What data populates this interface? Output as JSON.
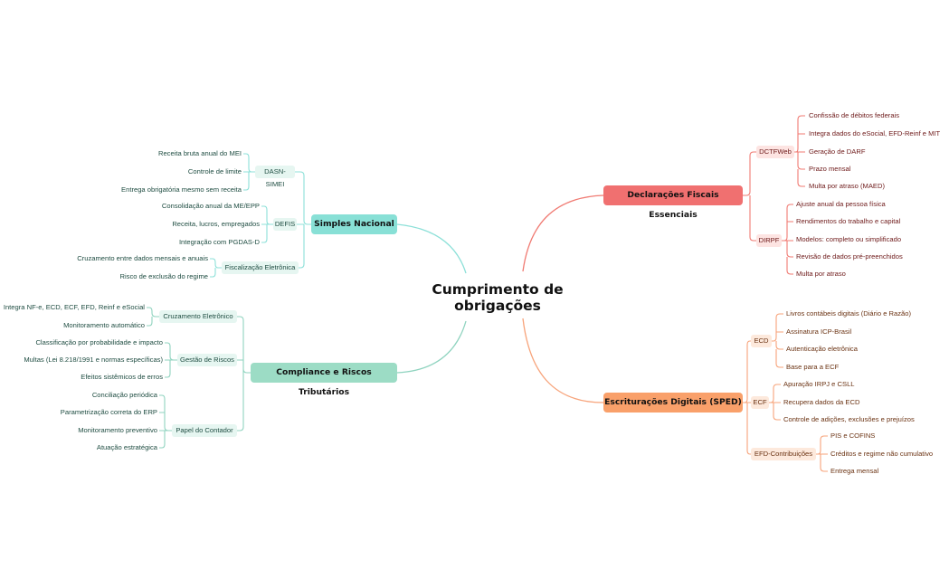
{
  "root": {
    "line1": "Cumprimento de",
    "line2": "obrigações"
  },
  "colors": {
    "green_line": "#8fd3bf",
    "green_box": "#9cdcc5",
    "green_sub": "#e6f6f1",
    "cyan_line": "#8ce0d8",
    "cyan_box": "#88e0d6",
    "red_line": "#f07a72",
    "red_box": "#f07070",
    "red_sub": "#fde4e2",
    "orange_line": "#f7a37a",
    "orange_box": "#f9a06a",
    "orange_sub": "#fde9dc"
  },
  "simples": {
    "title": "Simples Nacional",
    "dasn": {
      "label": "DASN-SIMEI",
      "items": [
        "Receita bruta anual do MEI",
        "Controle de limite",
        "Entrega obrigatória mesmo sem receita"
      ]
    },
    "defis": {
      "label": "DEFIS",
      "items": [
        "Consolidação anual da ME/EPP",
        "Receita, lucros, empregados",
        "Integração com PGDAS-D"
      ]
    },
    "fisc": {
      "label": "Fiscalização Eletrônica",
      "items": [
        "Cruzamento entre dados mensais e anuais",
        "Risco de exclusão do regime"
      ]
    }
  },
  "compliance": {
    "title": "Compliance e Riscos Tributários",
    "cruz": {
      "label": "Cruzamento Eletrônico",
      "items": [
        "Integra NF-e, ECD, ECF, EFD, Reinf e eSocial",
        "Monitoramento automático"
      ]
    },
    "gestao": {
      "label": "Gestão de Riscos",
      "items": [
        "Classificação por probabilidade e impacto",
        "Multas (Lei 8.218/1991 e normas específicas)",
        "Efeitos sistêmicos de erros"
      ]
    },
    "papel": {
      "label": "Papel do Contador",
      "items": [
        "Conciliação periódica",
        "Parametrização correta do ERP",
        "Monitoramento preventivo",
        "Atuação estratégica"
      ]
    }
  },
  "declaracoes": {
    "title": "Declarações Fiscais Essenciais",
    "dctf": {
      "label": "DCTFWeb",
      "items": [
        "Confissão de débitos federais",
        "Integra dados do eSocial, EFD-Reinf e MIT",
        "Geração de DARF",
        "Prazo mensal",
        "Multa por atraso (MAED)"
      ]
    },
    "dirpf": {
      "label": "DIRPF",
      "items": [
        "Ajuste anual da pessoa física",
        "Rendimentos do trabalho e capital",
        "Modelos: completo ou simplificado",
        "Revisão de dados pré-preenchidos",
        "Multa por atraso"
      ]
    }
  },
  "escrituracoes": {
    "title": "Escriturações Digitais (SPED)",
    "ecd": {
      "label": "ECD",
      "items": [
        "Livros contábeis digitais (Diário e Razão)",
        "Assinatura ICP-Brasil",
        "Autenticação eletrônica",
        "Base para a ECF"
      ]
    },
    "ecf": {
      "label": "ECF",
      "items": [
        "Apuração IRPJ e CSLL",
        "Recupera dados da ECD",
        "Controle de adições, exclusões e prejuízos"
      ]
    },
    "efd": {
      "label": "EFD-Contribuições",
      "items": [
        "PIS e COFINS",
        "Créditos e regime não cumulativo",
        "Entrega mensal"
      ]
    }
  }
}
